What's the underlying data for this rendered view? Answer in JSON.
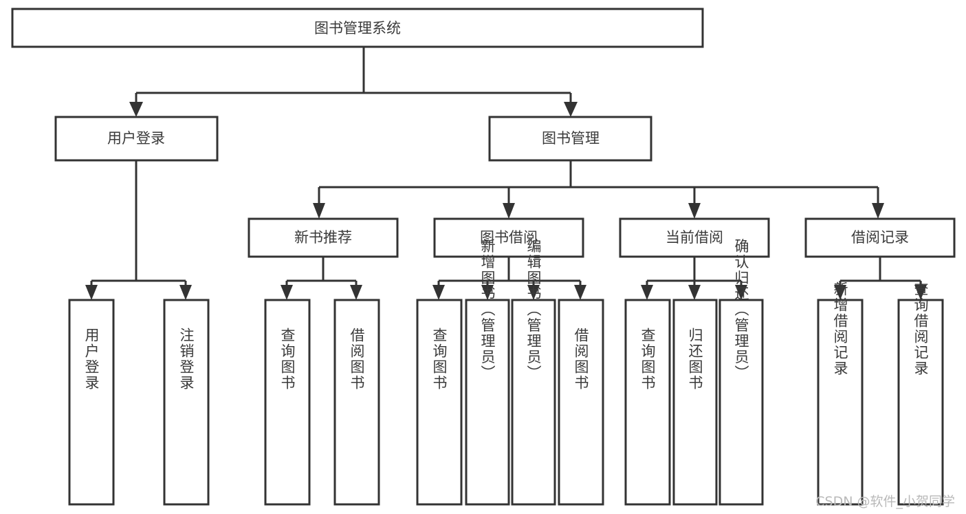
{
  "diagram": {
    "title": "图书管理系统",
    "type": "tree",
    "watermark": "CSDN @软件_小贺同学",
    "colors": {
      "stroke": "#333333",
      "fill": "#ffffff",
      "text": "#3a3a3a",
      "watermark": "#b9b9b9",
      "background": "#ffffff"
    },
    "levels": {
      "root": "图书管理系统",
      "level2": [
        "用户登录",
        "图书管理"
      ],
      "level3": [
        "新书推荐",
        "图书借阅",
        "当前借阅",
        "借阅记录"
      ],
      "leaves": [
        "用户登录",
        "注销登录",
        "查询图书",
        "借阅图书",
        "查询图书",
        "新增图书（管理员）",
        "编辑图书（管理员）",
        "借阅图书",
        "查询图书",
        "归还图书",
        "确认归还（管理员）",
        "新增借阅记录",
        "查询借阅记录"
      ]
    }
  },
  "nodes": {
    "root": {
      "label": "图书管理系统"
    },
    "user_login": {
      "label": "用户登录"
    },
    "book_manage": {
      "label": "图书管理"
    },
    "new_book_rec": {
      "label": "新书推荐"
    },
    "book_borrow": {
      "label": "图书借阅"
    },
    "current_borrow": {
      "label": "当前借阅"
    },
    "borrow_record": {
      "label": "借阅记录"
    },
    "leaf_user_login": {
      "label": "用户登录"
    },
    "leaf_logout": {
      "label": "注销登录"
    },
    "leaf_query_book_a": {
      "label": "查询图书"
    },
    "leaf_borrow_book_a": {
      "label": "借阅图书"
    },
    "leaf_query_book_b": {
      "label": "查询图书"
    },
    "leaf_add_book": {
      "label": "新增图书（管理员）"
    },
    "leaf_edit_book": {
      "label": "编辑图书（管理员）"
    },
    "leaf_borrow_book_b": {
      "label": "借阅图书"
    },
    "leaf_query_book_c": {
      "label": "查询图书"
    },
    "leaf_return_book": {
      "label": "归还图书"
    },
    "leaf_confirm_return": {
      "label": "确认归还（管理员）"
    },
    "leaf_add_record": {
      "label": "新增借阅记录"
    },
    "leaf_query_record": {
      "label": "查询借阅记录"
    }
  },
  "footer": {
    "watermark": "CSDN @软件_小贺同学"
  }
}
